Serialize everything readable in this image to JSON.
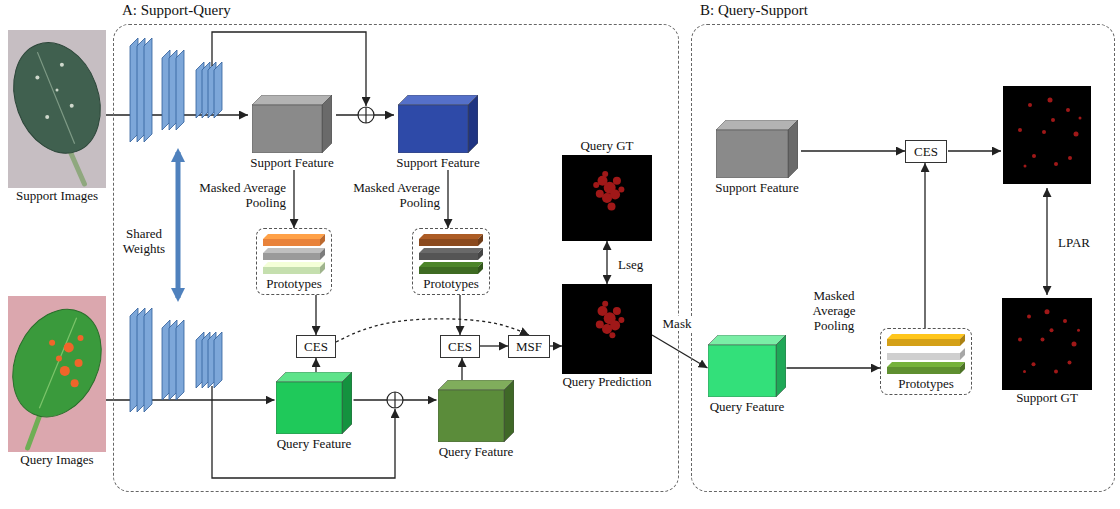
{
  "diagram": {
    "nodes": [
      {
        "text": [
          "A: Support-Query"
        ]
      },
      {
        "text": [
          "B: Query-Support"
        ]
      },
      {
        "text": [
          "Support Images"
        ]
      },
      {
        "text": [
          "Query Images"
        ]
      },
      {
        "text": [
          "Support Feature"
        ],
        "in": 0
      },
      {
        "text": [
          "Support Feature"
        ],
        "in": 0
      },
      {
        "text": [
          "Prototypes"
        ],
        "in": 0
      },
      {
        "text": [
          "Prototypes"
        ],
        "in": 0
      },
      {
        "text": [
          "CES"
        ],
        "in": 0
      },
      {
        "text": [
          "CES"
        ],
        "in": 0
      },
      {
        "text": [
          "Query Feature"
        ],
        "in": 0
      },
      {
        "text": [
          "Query Feature"
        ],
        "in": 0
      },
      {
        "text": [
          "MSF"
        ],
        "in": 0
      },
      {
        "text": [
          "Query GT"
        ],
        "in": 0
      },
      {
        "text": [
          "Query Prediction"
        ],
        "in": 0
      },
      {
        "text": [
          "Support Feature"
        ],
        "in": 1
      },
      {
        "text": [
          "Query Feature"
        ],
        "in": 1
      },
      {
        "text": [
          "Prototypes"
        ],
        "in": 1
      },
      {
        "text": [
          "CES"
        ],
        "in": 1
      },
      {
        "text": [
          "Support GT"
        ],
        "in": 1
      }
    ],
    "edges": [
      {
        "from": 2,
        "to": 4,
        "arrow": "to"
      },
      {
        "from": 3,
        "to": 10,
        "arrow": "to"
      },
      {
        "from": 4,
        "to": 5,
        "arrow": "to"
      },
      {
        "from": 10,
        "to": 11,
        "arrow": "to"
      },
      {
        "from": 4,
        "to": 6,
        "label": "Masked Average Pooling",
        "arrow": "to"
      },
      {
        "from": 5,
        "to": 7,
        "label": "Masked Average Pooling",
        "arrow": "to"
      },
      {
        "from": 6,
        "to": 8,
        "arrow": "to"
      },
      {
        "from": 7,
        "to": 9,
        "arrow": "to"
      },
      {
        "from": 10,
        "to": 8,
        "arrow": "to"
      },
      {
        "from": 11,
        "to": 9,
        "arrow": "to"
      },
      {
        "from": 8,
        "to": 12,
        "arrow": "to"
      },
      {
        "from": 9,
        "to": 12,
        "arrow": "to"
      },
      {
        "from": 12,
        "to": 14,
        "arrow": "to"
      },
      {
        "from": 13,
        "to": 14,
        "label": "Lseg",
        "arrow": "both"
      },
      {
        "from": 14,
        "to": 16,
        "label": "Mask",
        "arrow": "to"
      },
      {
        "from": 16,
        "to": 17,
        "label": "Masked Average Pooling",
        "arrow": "to"
      },
      {
        "from": 17,
        "to": 18,
        "arrow": "to"
      },
      {
        "from": 15,
        "to": 18,
        "arrow": "to"
      }
    ],
    "labels": [
      "Shared Weights",
      "LPAR"
    ]
  }
}
